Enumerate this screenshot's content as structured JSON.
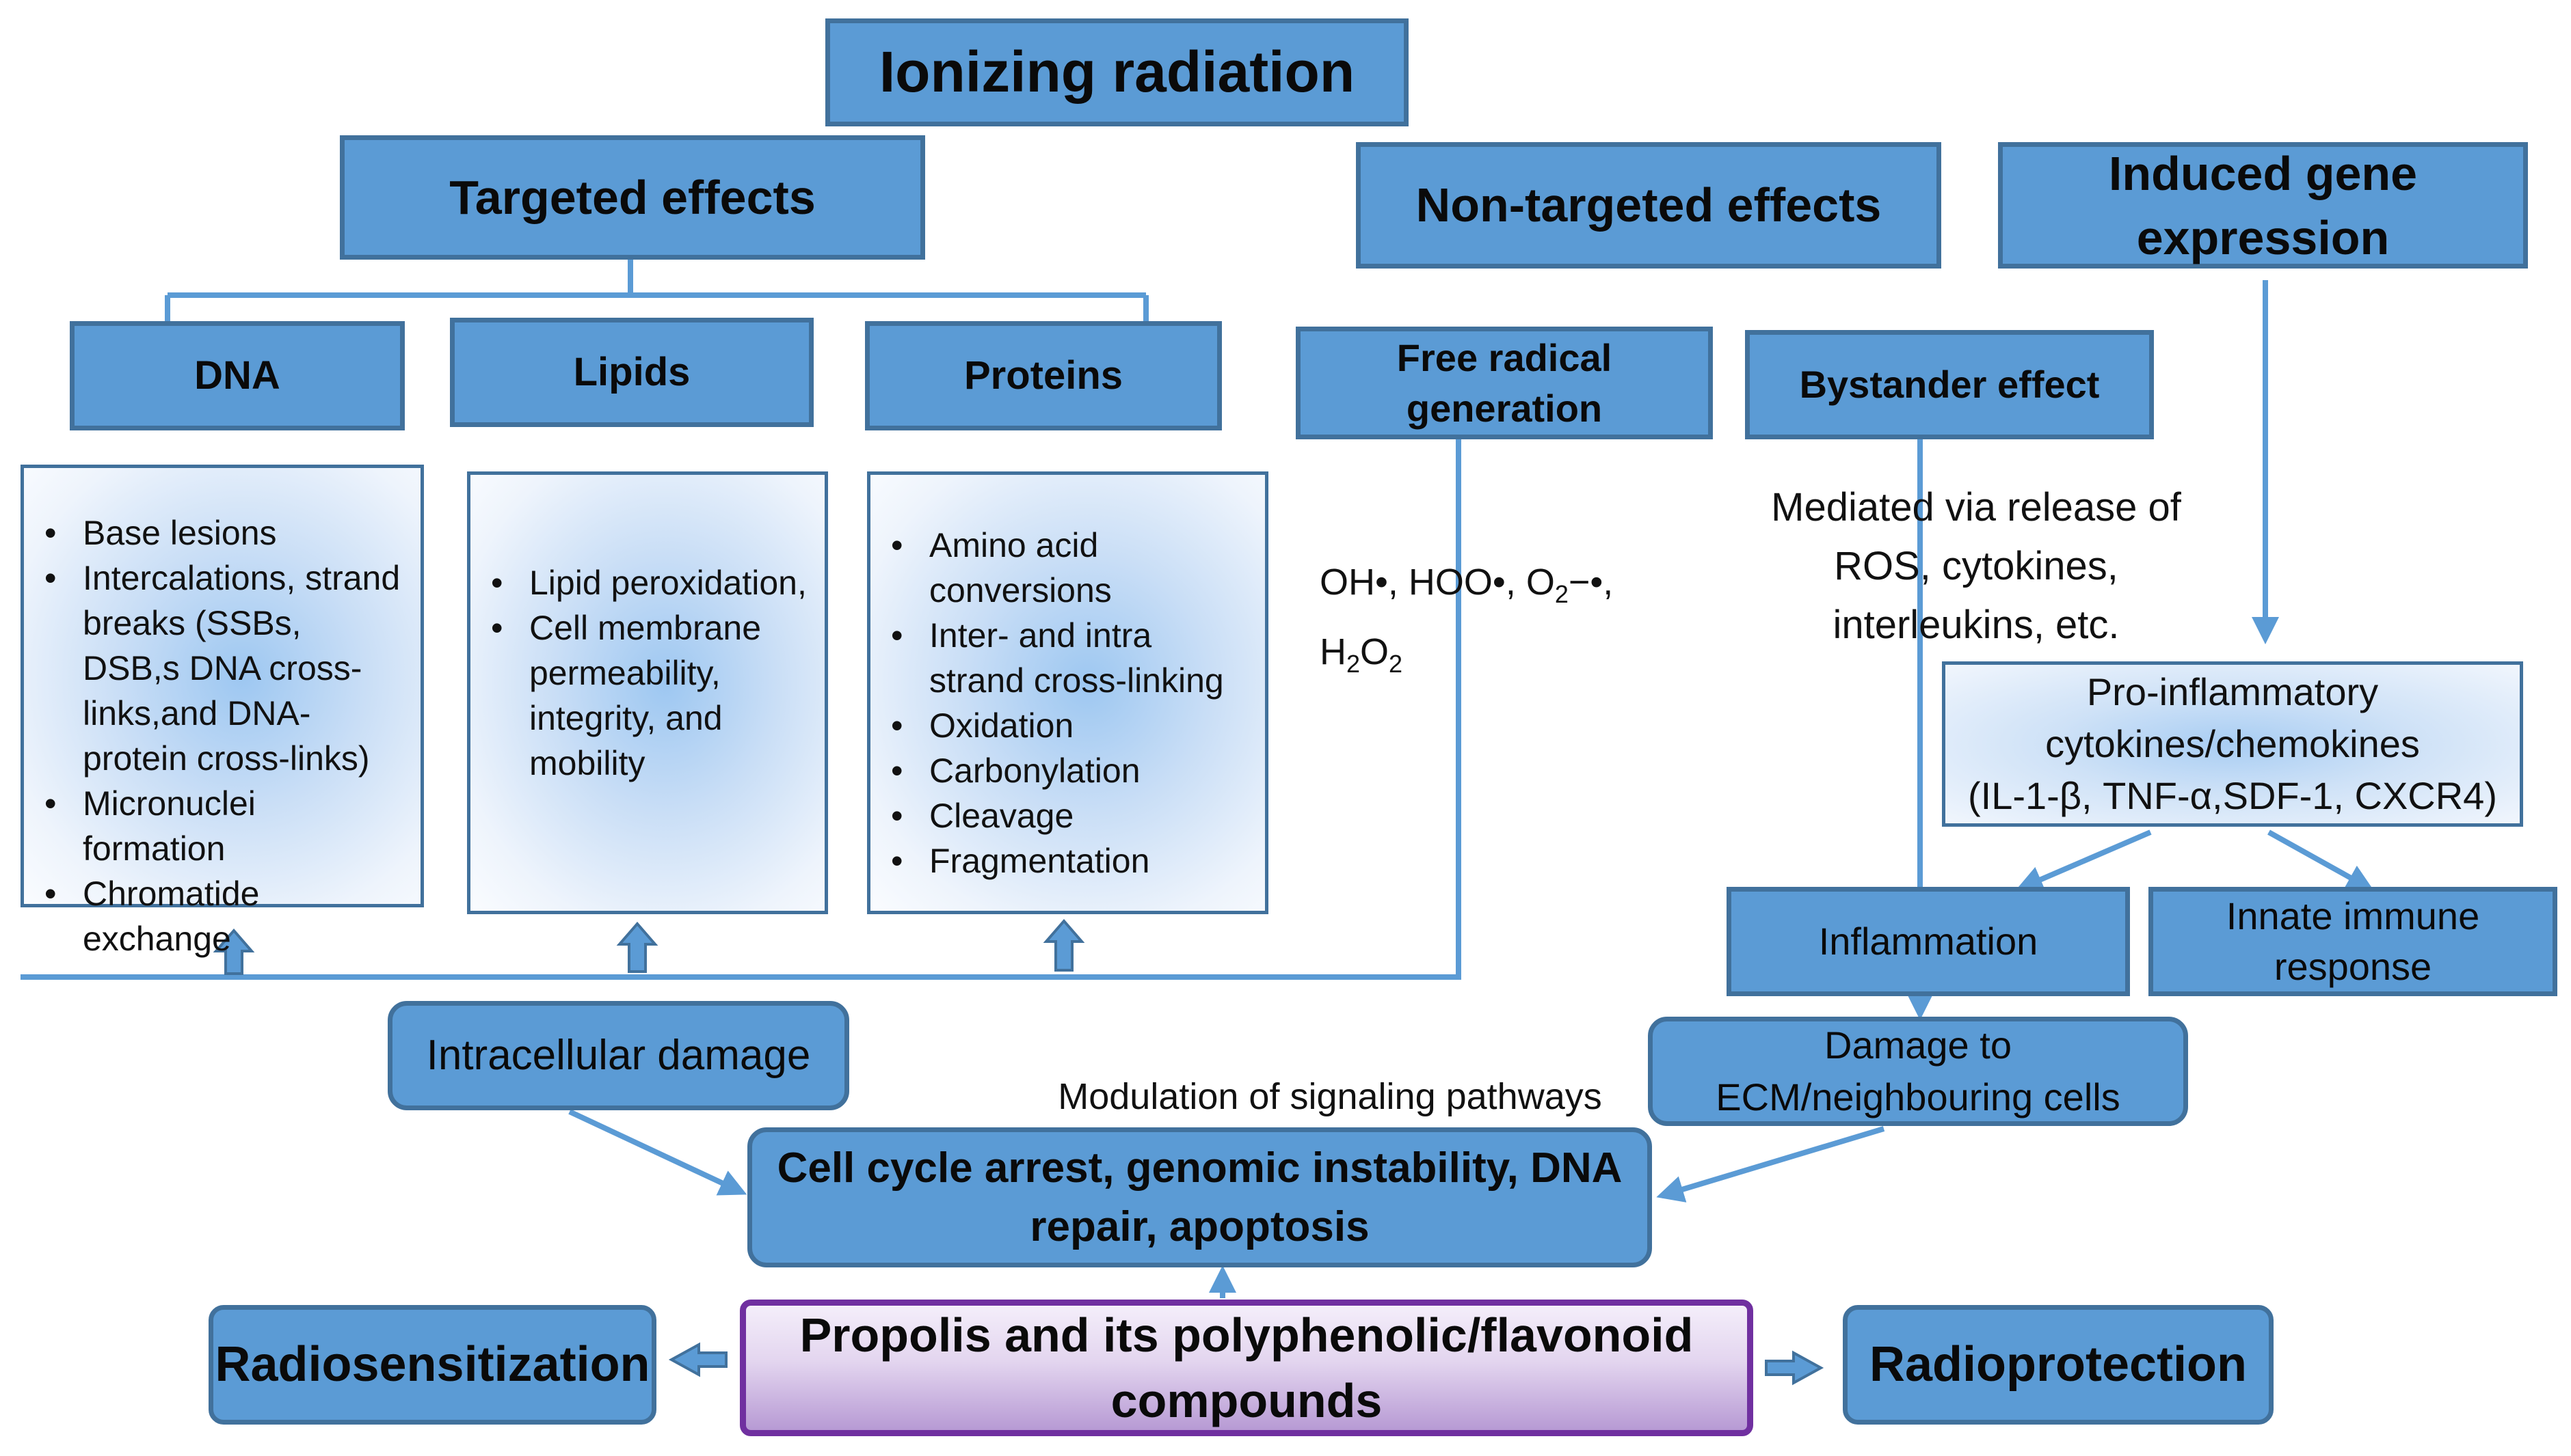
{
  "title": "Ionizing radiation",
  "targeted": {
    "title": "Targeted effects",
    "dna": {
      "title": "DNA",
      "items": [
        "Base lesions",
        "Intercalations, strand breaks (SSBs, DSB,s DNA cross-links,and DNA-protein cross-links)",
        "Micronuclei formation",
        "Chromatide exchange"
      ]
    },
    "lipids": {
      "title": "Lipids",
      "items": [
        "Lipid peroxidation,",
        "Cell membrane permeability, integrity, and mobility"
      ]
    },
    "proteins": {
      "title": "Proteins",
      "items": [
        "Amino acid conversions",
        "Inter- and intra strand cross-linking",
        "Oxidation",
        "Carbonylation",
        "Cleavage",
        "Fragmentation"
      ]
    }
  },
  "non_targeted": {
    "title": "Non-targeted effects",
    "free_radical": "Free radical generation",
    "species": [
      "OH•, HOO•, O",
      "2",
      "−•, H",
      "2",
      "O",
      "2"
    ],
    "bystander": "Bystander effect",
    "mediated": "Mediated via release of ROS, cytokines, interleukins, etc."
  },
  "gene": {
    "title": "Induced gene expression",
    "pro_inflammatory": [
      "Pro-inflammatory",
      "cytokines/chemokines",
      "(IL-1-β, TNF-α,SDF-1, CXCR4)"
    ],
    "inflammation": "Inflammation",
    "innate": "Innate immune response"
  },
  "damage_ecm": "Damage to ECM/neighbouring cells",
  "intracellular": "Intracellular damage",
  "modulation": "Modulation of signaling pathways",
  "cell_cycle": "Cell cycle arrest, genomic instability, DNA repair, apoptosis",
  "propolis": "Propolis and its polyphenolic/flavonoid compounds",
  "radiosensitization": "Radiosensitization",
  "radioprotection": "Radioprotection",
  "colors": {
    "box_fill": "#5b9bd5",
    "box_border": "#41719c",
    "propolis_border": "#7030a0"
  }
}
